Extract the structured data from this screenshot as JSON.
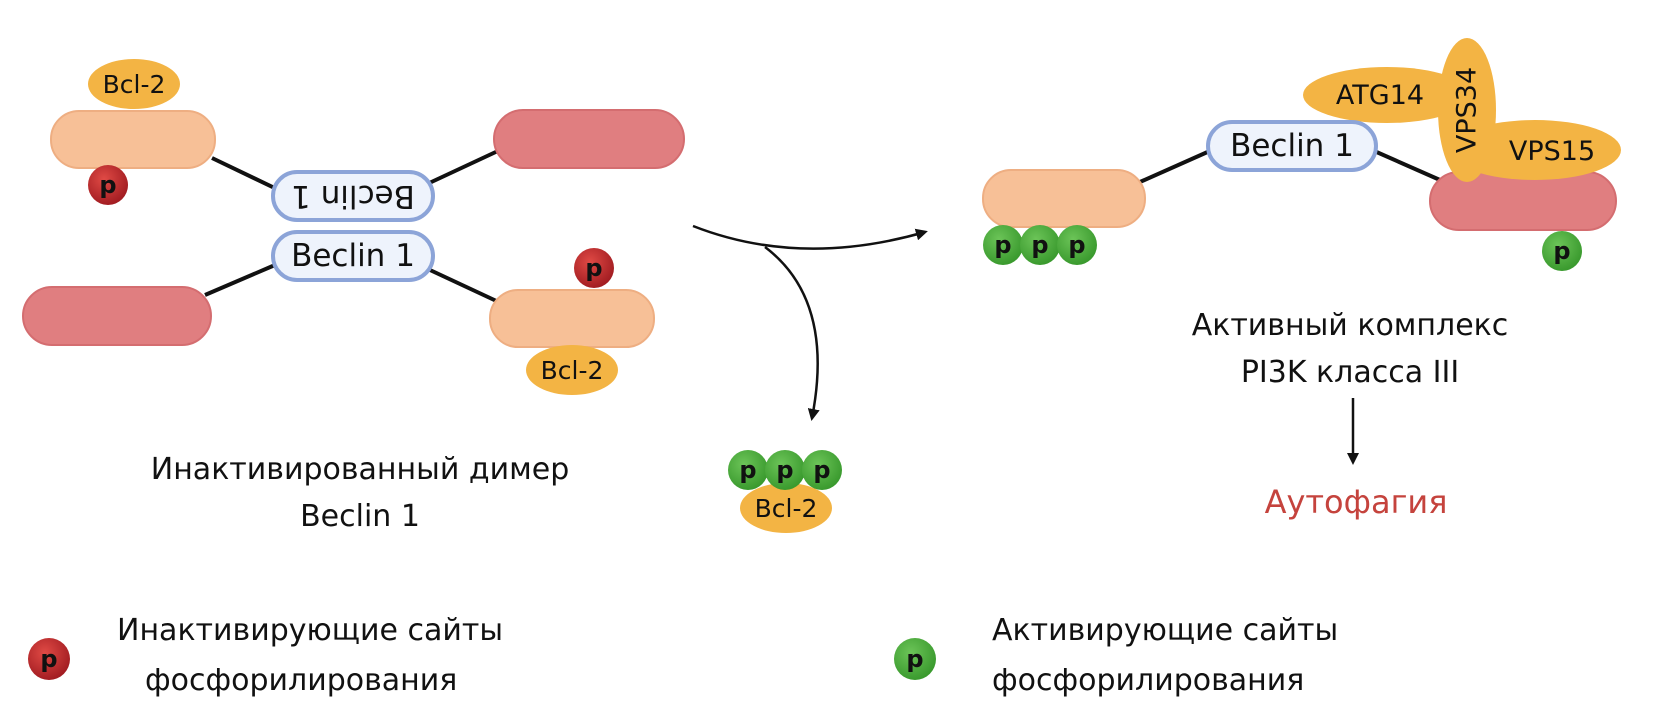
{
  "labels": {
    "beclin": "Beclin 1",
    "bcl2": "Bcl-2",
    "atg14": "ATG14",
    "vps34": "VPS34",
    "vps15": "VPS15",
    "p": "p"
  },
  "captions": {
    "inactive_line1": "Инактивированный димер",
    "inactive_line2": "Beclin 1",
    "active_line1": "Активный комплекс",
    "active_line2": "PI3K класса III",
    "autophagy": "Аутофагия"
  },
  "legend": {
    "inactivating_line1": "Инактивирующие сайты",
    "inactivating_line2": "фосфорилирования",
    "activating_line1": "Активирующие сайты",
    "activating_line2": "фосфорилирования"
  },
  "colors": {
    "bcl2": "#F3B444",
    "light_orange": "#F7C097",
    "pink": "#E07E80",
    "beclin_fill": "#EEF3FC",
    "beclin_stroke": "#8CA4D8",
    "p_red": "#C0282A",
    "p_green": "#4FAF3F",
    "autophagy": "#C5433D"
  }
}
